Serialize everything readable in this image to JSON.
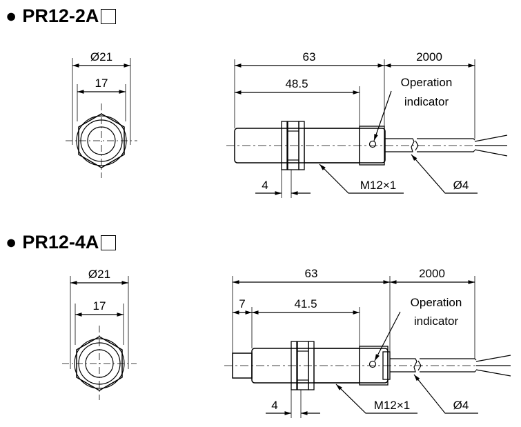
{
  "diagrams": [
    {
      "model": "PR12-2A",
      "bullet": "●",
      "front_outer_dia": "Ø21",
      "front_inner": "17",
      "total_length": "63",
      "cable_length": "2000",
      "body_length": "48.5",
      "indicator_line1": "Operation",
      "indicator_line2": "indicator",
      "nut_width": "4",
      "thread": "M12×1",
      "cable_dia": "Ø4"
    },
    {
      "model": "PR12-4A",
      "bullet": "●",
      "front_outer_dia": "Ø21",
      "front_inner": "17",
      "total_length": "63",
      "cable_length": "2000",
      "head_length": "7",
      "body_length": "41.5",
      "indicator_line1": "Operation",
      "indicator_line2": "indicator",
      "nut_width": "4",
      "thread": "M12×1",
      "cable_dia": "Ø4"
    }
  ]
}
